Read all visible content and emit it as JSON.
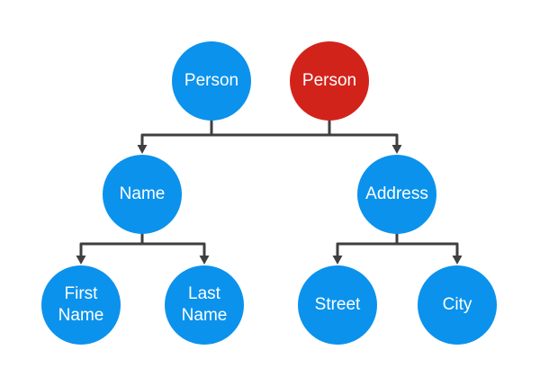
{
  "diagram": {
    "type": "tree",
    "background_color": "#ffffff",
    "connector_color": "#3f3f3f",
    "label_color": "#ffffff",
    "node_colors": {
      "default": "#0b92ec",
      "highlight": "#d2231b"
    },
    "nodes": [
      {
        "id": "person-original",
        "label": "Person",
        "variant": "default",
        "level": 1
      },
      {
        "id": "person-duplicate",
        "label": "Person",
        "variant": "highlight",
        "level": 1
      },
      {
        "id": "name",
        "label": "Name",
        "variant": "default",
        "level": 2
      },
      {
        "id": "address",
        "label": "Address",
        "variant": "default",
        "level": 2
      },
      {
        "id": "first-name",
        "label": "First Name",
        "variant": "default",
        "level": 3
      },
      {
        "id": "last-name",
        "label": "Last Name",
        "variant": "default",
        "level": 3
      },
      {
        "id": "street",
        "label": "Street",
        "variant": "default",
        "level": 3
      },
      {
        "id": "city",
        "label": "City",
        "variant": "default",
        "level": 3
      }
    ],
    "edges": [
      {
        "from": "person-original",
        "to": "name"
      },
      {
        "from": "person-original",
        "to": "address"
      },
      {
        "from": "person-duplicate",
        "to": "name"
      },
      {
        "from": "person-duplicate",
        "to": "address"
      },
      {
        "from": "name",
        "to": "first-name"
      },
      {
        "from": "name",
        "to": "last-name"
      },
      {
        "from": "address",
        "to": "street"
      },
      {
        "from": "address",
        "to": "city"
      }
    ]
  }
}
